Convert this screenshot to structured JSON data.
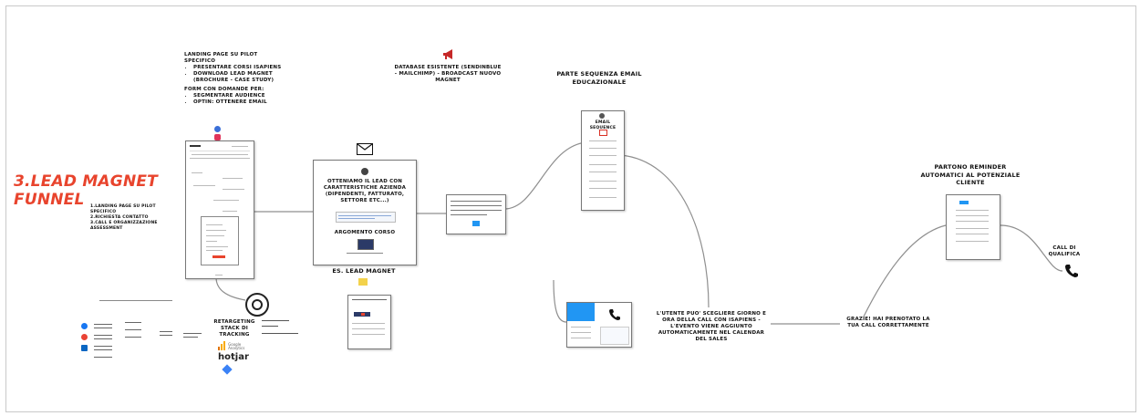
{
  "funnel_title": "3.LEAD MAGNET FUNNEL",
  "funnel_steps": [
    "1.Landing page su pilot specifico",
    "2.Richiesta contatto",
    "3.Call e organizzazione",
    "Assessment"
  ],
  "landing": {
    "title": "Landing page su pilot specifico",
    "bullets": [
      "Presentare corsi ISAPIENS",
      "Download lead magnet (Brochure - Case study)"
    ],
    "form_title": "Form con domande per:",
    "form_bullets": [
      "Segmentare audience",
      "Optin: ottenere email"
    ]
  },
  "lead_box": {
    "title": "Otteniamo il lead con caratteristiche azienda (dipendenti, fatturato, settore etc...)",
    "topic": "Argomento corso"
  },
  "lead_magnet_example": "Es. Lead Magnet",
  "database": "Database esistente (Sendinblue - Mailchimp) - Broadcast nuovo magnet",
  "email_sequence": {
    "header": "Parte sequenza email educazionale",
    "card_title": "Email sequence"
  },
  "call_booking": "L'utente puo' scegliere giorno e ora della call con ISAPIENS - l'evento viene aggiunto automaticamente nel calendar del sales",
  "confirm": "Grazie! Hai prenotato la tua call correttamente",
  "reminder": "Partono reminder automatici al potenziale cliente",
  "qualifying_call": "Call di qualifica",
  "retargeting": "Retargeting stack di tracking",
  "tracking_tools": [
    "Google Analytics",
    "hotjar"
  ],
  "colors": {
    "title_red": "#e8442d",
    "connector": "#8f8f8f",
    "accent_blue": "#2196f3",
    "gmail_red": "#d93025"
  }
}
